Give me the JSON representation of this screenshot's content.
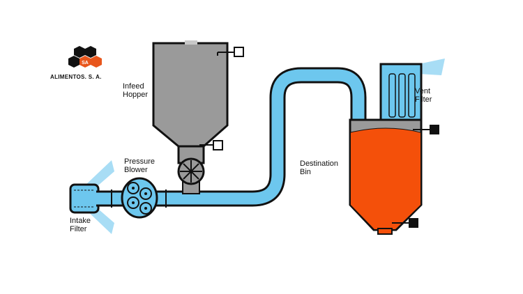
{
  "brand": {
    "name": "ALIMENTOS. S. A.",
    "mark_text": "SA"
  },
  "labels": {
    "infeed_hopper": [
      "Infeed",
      "Hopper"
    ],
    "pressure_blower": [
      "Pressure",
      "Blower"
    ],
    "intake_filter": [
      "Intake",
      "Filter"
    ],
    "destination_bin": [
      "Destination",
      "Bin"
    ],
    "vent_filter": [
      "Vent",
      "Filter"
    ]
  },
  "colors": {
    "pipe": "#6dc7ee",
    "pipe_outline": "#111111",
    "hopper_fill": "#9a9a9a",
    "product_fill": "#f4500a",
    "bin_empty": "#9a9a9a",
    "spray": "#a8ddf5",
    "logo_orange": "#e8561c"
  },
  "icons": {
    "rotary_valve": "rotary-valve-icon",
    "blower": "blower-icon",
    "sensor_open": "level-sensor-open-icon",
    "sensor_active": "level-sensor-active-icon"
  }
}
